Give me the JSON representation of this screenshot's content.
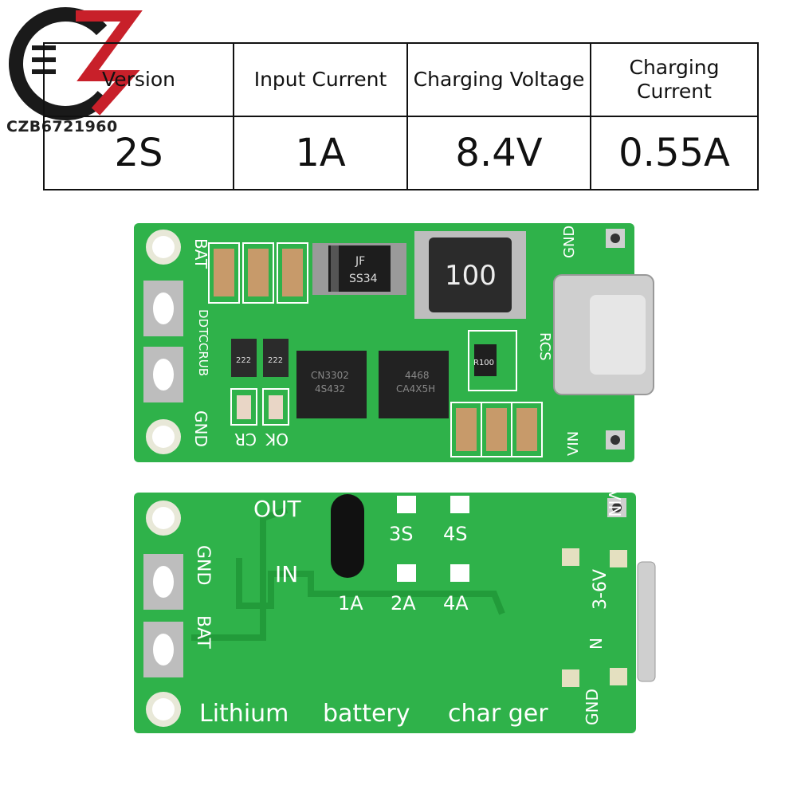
{
  "watermark": {
    "text": "CZB6721960"
  },
  "spec_table": {
    "headers": [
      "Version",
      "Input Current",
      "Charging Voltage",
      "Charging Current"
    ],
    "header4_lines": [
      "Charging",
      "Current"
    ],
    "values": [
      "2S",
      "1A",
      "8.4V",
      "0.55A"
    ]
  },
  "top_board": {
    "labels": {
      "bat": "BAT",
      "gnd_left": "GND",
      "gnd_right": "GND",
      "vin": "VIN",
      "model": "DDTCCRUB",
      "rcs": "RCS",
      "cr": "CR",
      "ok": "OK",
      "diode_1": "JF",
      "diode_2": "SS34",
      "inductor": "100",
      "resistor": "R100",
      "ic1_1": "CN3302",
      "ic1_2": "4S432",
      "ic2_1": "4468",
      "ic2_2": "CA4X5H",
      "res_a": "222",
      "res_b": "222"
    }
  },
  "bottom_board": {
    "labels": {
      "out": "OUT",
      "in": "IN",
      "s3": "3S",
      "s4": "4S",
      "a1": "1A",
      "a2": "2A",
      "a4": "4A",
      "gnd_left": "GND",
      "bat": "BAT",
      "vin": "VIN",
      "voltage": "3-6V",
      "n": "N",
      "gnd_right": "GND",
      "footer_1": "Lithium",
      "footer_2": "battery",
      "footer_3": "char ger"
    }
  },
  "colors": {
    "pcb": "#2fb24a",
    "pcb_dark": "#219a3b",
    "silk": "#ffffff",
    "text": "#111111"
  }
}
